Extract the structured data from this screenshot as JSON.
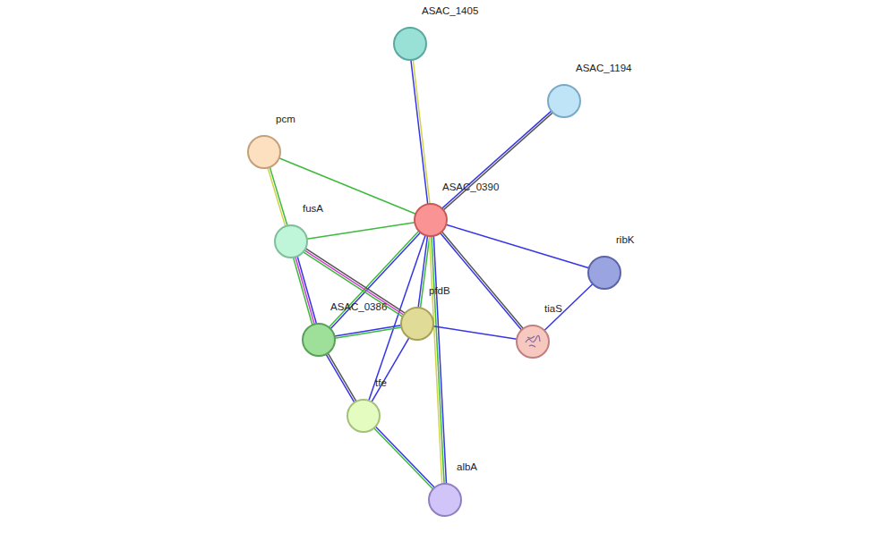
{
  "diagram": {
    "nodes": [
      {
        "text": [
          "ASAC_1405"
        ]
      },
      {
        "text": [
          "ASAC_1194"
        ]
      },
      {
        "text": [
          "pcm"
        ]
      },
      {
        "text": [
          "ASAC_0390"
        ]
      },
      {
        "text": [
          "fusA"
        ]
      },
      {
        "text": [
          "ribK"
        ]
      },
      {
        "text": [
          "pfdB"
        ]
      },
      {
        "text": [
          "ASAC_0386"
        ]
      },
      {
        "text": [
          "tiaS"
        ]
      },
      {
        "text": [
          "tfe"
        ]
      },
      {
        "text": [
          "albA"
        ]
      }
    ],
    "edges": [
      {
        "from": 3,
        "to": 0,
        "arrow": "none"
      },
      {
        "from": 3,
        "to": 1,
        "arrow": "none"
      },
      {
        "from": 3,
        "to": 2,
        "arrow": "none"
      },
      {
        "from": 3,
        "to": 4,
        "arrow": "none"
      },
      {
        "from": 3,
        "to": 5,
        "arrow": "none"
      },
      {
        "from": 3,
        "to": 8,
        "arrow": "none"
      },
      {
        "from": 3,
        "to": 6,
        "arrow": "none"
      },
      {
        "from": 3,
        "to": 7,
        "arrow": "none"
      },
      {
        "from": 3,
        "to": 9,
        "arrow": "none"
      },
      {
        "from": 3,
        "to": 10,
        "arrow": "none"
      },
      {
        "from": 2,
        "to": 4,
        "arrow": "none"
      },
      {
        "from": 4,
        "to": 7,
        "arrow": "none"
      },
      {
        "from": 4,
        "to": 6,
        "arrow": "none"
      },
      {
        "from": 7,
        "to": 6,
        "arrow": "none"
      },
      {
        "from": 6,
        "to": 8,
        "arrow": "none"
      },
      {
        "from": 6,
        "to": 9,
        "arrow": "none"
      },
      {
        "from": 7,
        "to": 9,
        "arrow": "none"
      },
      {
        "from": 9,
        "to": 10,
        "arrow": "none"
      },
      {
        "from": 5,
        "to": 8,
        "arrow": "none"
      }
    ]
  }
}
